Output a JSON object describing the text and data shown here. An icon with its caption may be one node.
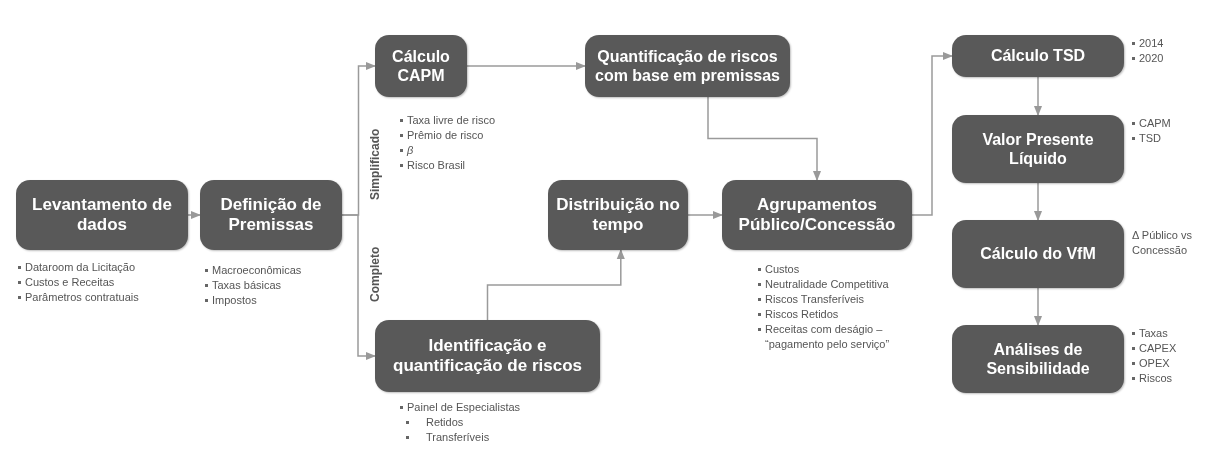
{
  "diagram": {
    "nodes": [
      {
        "text": [
          "Levantamento de dados"
        ],
        "beside": [
          "Dataroom da Licitação",
          "Custos e Receitas",
          "Parâmetros contratuais"
        ]
      },
      {
        "text": [
          "Definição de Premissas"
        ],
        "beside": [
          "Macroeconômicas",
          "Taxas básicas",
          "Impostos"
        ]
      },
      {
        "text": [
          "Cálculo CAPM"
        ],
        "beside": [
          "Taxa livre de risco",
          "Prêmio de risco",
          "*β*",
          "Risco Brasil"
        ]
      },
      {
        "text": [
          "Quantificação de riscos com base em premissas"
        ]
      },
      {
        "text": [
          "Identificação e quantificação de riscos"
        ],
        "beside": [
          "Painel de Especialistas",
          "Retidos",
          "Transferíveis"
        ]
      },
      {
        "text": [
          "Distribuição no tempo"
        ]
      },
      {
        "text": [
          "Agrupamentos Público/Concessão"
        ],
        "beside": [
          "Custos",
          "Neutralidade Competitiva",
          "Riscos Transferíveis",
          "Riscos Retidos",
          "Receitas com deságio – “pagamento pelo serviço”"
        ]
      },
      {
        "text": [
          "Cálculo TSD"
        ],
        "beside": [
          "2014",
          "2020"
        ]
      },
      {
        "text": [
          "Valor Presente Líquido"
        ],
        "beside": [
          "CAPM",
          "TSD"
        ]
      },
      {
        "text": [
          "Cálculo do VfM"
        ],
        "beside": [
          "Δ Público vs Concessão"
        ]
      },
      {
        "text": [
          "Análises de Sensibilidade"
        ],
        "beside": [
          "Taxas",
          "CAPEX",
          "OPEX",
          "Riscos"
        ]
      }
    ],
    "edges": [
      {
        "from": 0,
        "to": 1,
        "arrow": "to"
      },
      {
        "from": 1,
        "to": 2,
        "arrow": "to"
      },
      {
        "from": 1,
        "to": 4,
        "arrow": "to"
      },
      {
        "from": 2,
        "to": 3,
        "arrow": "to"
      },
      {
        "from": 3,
        "to": 6,
        "arrow": "to"
      },
      {
        "from": 4,
        "to": 5,
        "arrow": "to"
      },
      {
        "from": 5,
        "to": 6,
        "arrow": "to"
      },
      {
        "from": 6,
        "to": 7,
        "arrow": "to"
      },
      {
        "from": 7,
        "to": 8,
        "arrow": "to"
      },
      {
        "from": 8,
        "to": 9,
        "arrow": "to"
      },
      {
        "from": 9,
        "to": 10,
        "arrow": "to"
      }
    ],
    "labels": [
      "Simplificado",
      "Completo"
    ]
  }
}
